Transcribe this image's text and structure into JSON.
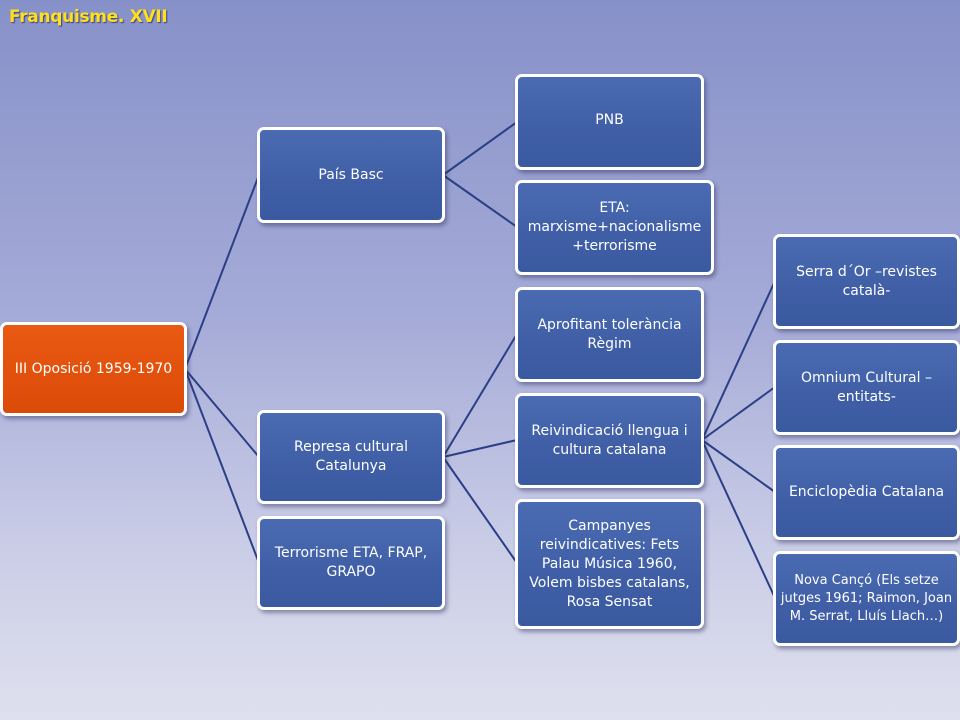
{
  "title": "Franquisme. XVII",
  "colors": {
    "box": "#3f5ea6",
    "root": "#dc4a08",
    "connector": "#2b3f86",
    "title": "#ffe01a"
  },
  "nodes": {
    "root": "III Oposició 1959-1970",
    "pais_basc": "País Basc",
    "represa": "Represa cultural Catalunya",
    "terrorisme": "Terrorisme ETA, FRAP, GRAPO",
    "pnb": "PNB",
    "eta": "ETA: marxisme+nacionalisme +terrorisme",
    "aprofitant": "Aprofitant tolerància Règim",
    "reivindicacio": "Reivindicació llengua i cultura catalana",
    "campanyes": "Campanyes reivindicatives: Fets Palau Música 1960, Volem bisbes catalans, Rosa Sensat",
    "serra": "Serra d´Or –revistes català-",
    "omnium": "Omnium Cultural –entitats-",
    "enciclopedia": "Enciclopèdia Catalana",
    "nova_canco": "Nova Cançó (Els setze jutges 1961; Raimon, Joan M. Serrat, Lluís Llach…)"
  }
}
